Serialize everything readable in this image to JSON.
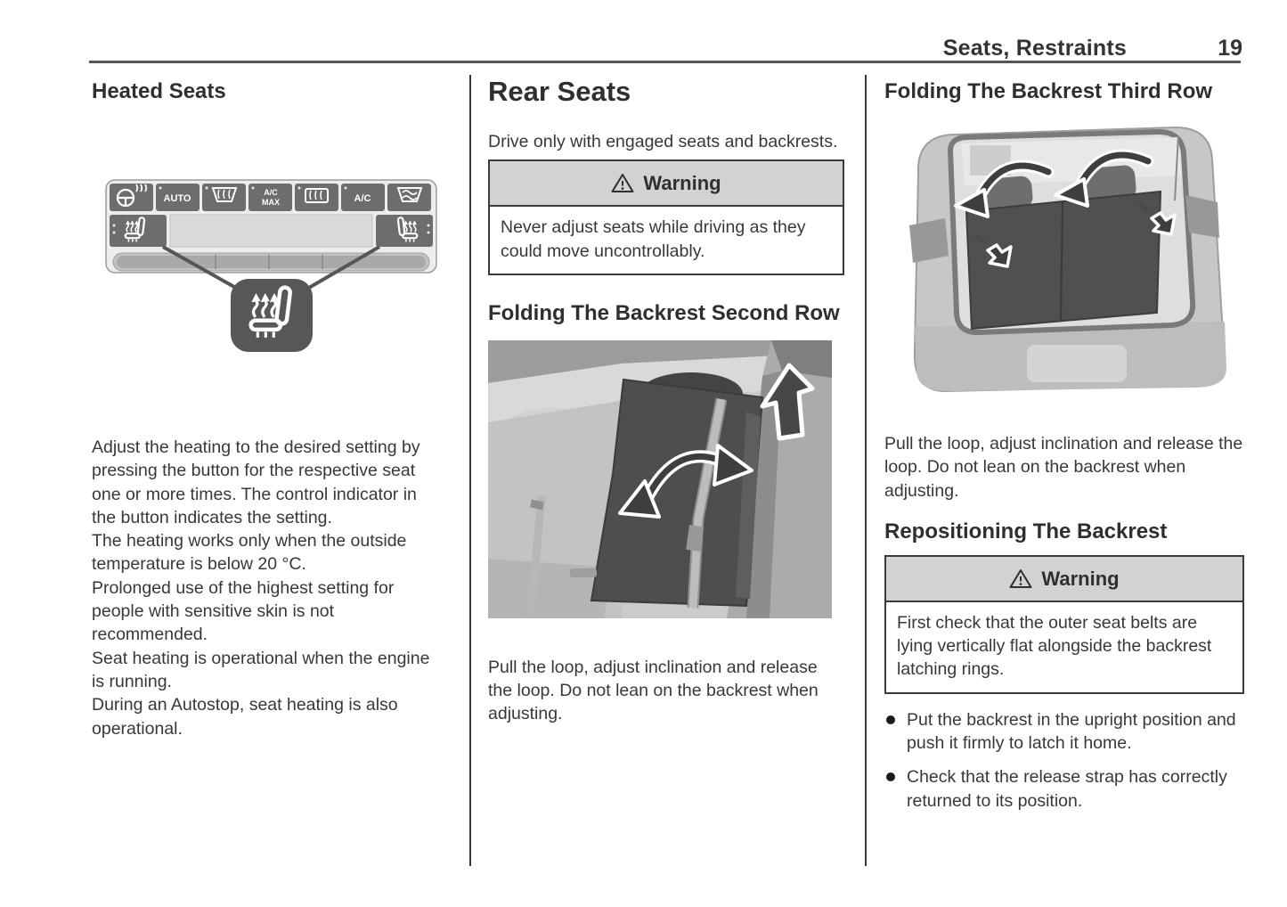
{
  "header": {
    "title": "Seats, Restraints",
    "page": "19"
  },
  "left": {
    "heading": "Heated Seats",
    "panel_labels": {
      "auto": "AUTO",
      "ac_max_1": "A/C",
      "ac_max_2": "MAX",
      "ac": "A/C"
    },
    "paragraphs": [
      "Adjust the heating to the desired setting by pressing the button for the respective seat one or more times. The control indicator in the button indicates the setting.",
      "The heating works only when the outside temperature is below 20 °C.",
      "Prolonged use of the highest setting for people with sensitive skin is not recommended.",
      "Seat heating is operational when the engine is running.",
      "During an Autostop, seat heating is also operational."
    ]
  },
  "middle": {
    "heading": "Rear Seats",
    "intro": "Drive only with engaged seats and backrests.",
    "warning": {
      "title": "Warning",
      "text": "Never adjust seats while driving as they could move uncontrollably."
    },
    "sub_heading": "Folding The Backrest Second Row",
    "caption": "Pull the loop, adjust inclination and release the loop. Do not lean on the backrest when adjusting."
  },
  "right": {
    "heading": "Folding The Backrest Third Row",
    "caption": "Pull the loop, adjust inclination and release the loop. Do not lean on the backrest when adjusting.",
    "sub_heading": "Repositioning The Backrest",
    "warning": {
      "title": "Warning",
      "text": "First check that the outer seat belts are lying vertically flat alongside the backrest latching rings."
    },
    "bullets": [
      "Put the backrest in the upright position and push it firmly to latch it home.",
      "Check that the release strap has correctly returned to its position."
    ]
  },
  "icons": {
    "warning_triangle": "triangle-exclamation",
    "heated_seat": "seat-with-heat-arrows",
    "heated_steering_wheel": "steering-wheel-with-heat",
    "windshield_defrost": "windshield-with-air",
    "rear_window_defrost": "rear-window-with-air",
    "max_defrost": "windshield-with-heat-waves"
  },
  "colors": {
    "text": "#383838",
    "warning_header_bg": "#d2d2d2",
    "panel_button": "#6d6d6d",
    "illustration_dark": "#4e4e4e"
  }
}
